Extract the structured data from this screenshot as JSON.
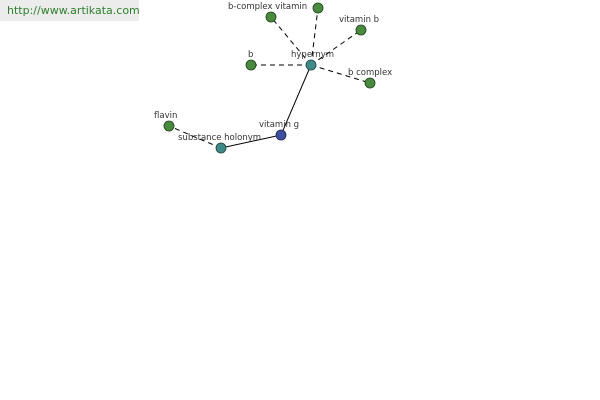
{
  "header": {
    "url": "http://www.artikata.com"
  },
  "colors": {
    "leaf_node": "#4a8a3e",
    "relation_node": "#3f8a86",
    "center_node": "#3f4fa0",
    "edge": "#000000"
  },
  "graph": {
    "nodes": {
      "flavin": "flavin",
      "substance_holonym": "substance holonym",
      "vitamin_g": "vitamin g",
      "hypernym": "hypernym",
      "b": "b",
      "b_complex_vitamin": "b-complex vitamin",
      "vitamin_b": "vitamin b",
      "b_complex": "b complex"
    }
  }
}
